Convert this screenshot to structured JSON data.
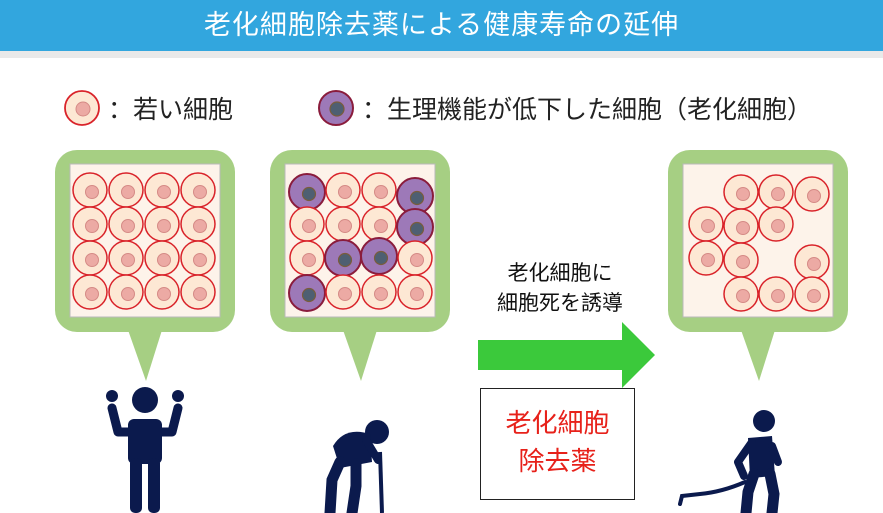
{
  "title": "老化細胞除去薬による健康寿命の延伸",
  "legend": {
    "young_label": "：若い細胞",
    "senescent_label": "：生理機能が低下した細胞（老化細胞）"
  },
  "arrow_text": {
    "line1": "老化細胞に",
    "line2": "細胞死を誘導"
  },
  "drug": {
    "line1": "老化細胞",
    "line2": "除去薬"
  },
  "colors": {
    "banner": "#32a6de",
    "bubble_green": "#a6cf83",
    "young_cell_fill": "#fde8d4",
    "young_cell_border": "#d9232a",
    "young_nucleus": "#ecaaa4",
    "senescent_fill": "#9d79b8",
    "senescent_border": "#8a1c3c",
    "senescent_nucleus": "#4e5f72",
    "arrow": "#3bc93b",
    "drug_text": "#e7211a",
    "person": "#0b1a4d"
  },
  "panels": [
    {
      "label": "young",
      "senescent_cells": []
    },
    {
      "label": "aged",
      "senescent_cells": [
        0,
        3,
        7,
        9,
        10,
        12
      ]
    },
    {
      "label": "after-treatment",
      "senescent_cells": []
    }
  ]
}
